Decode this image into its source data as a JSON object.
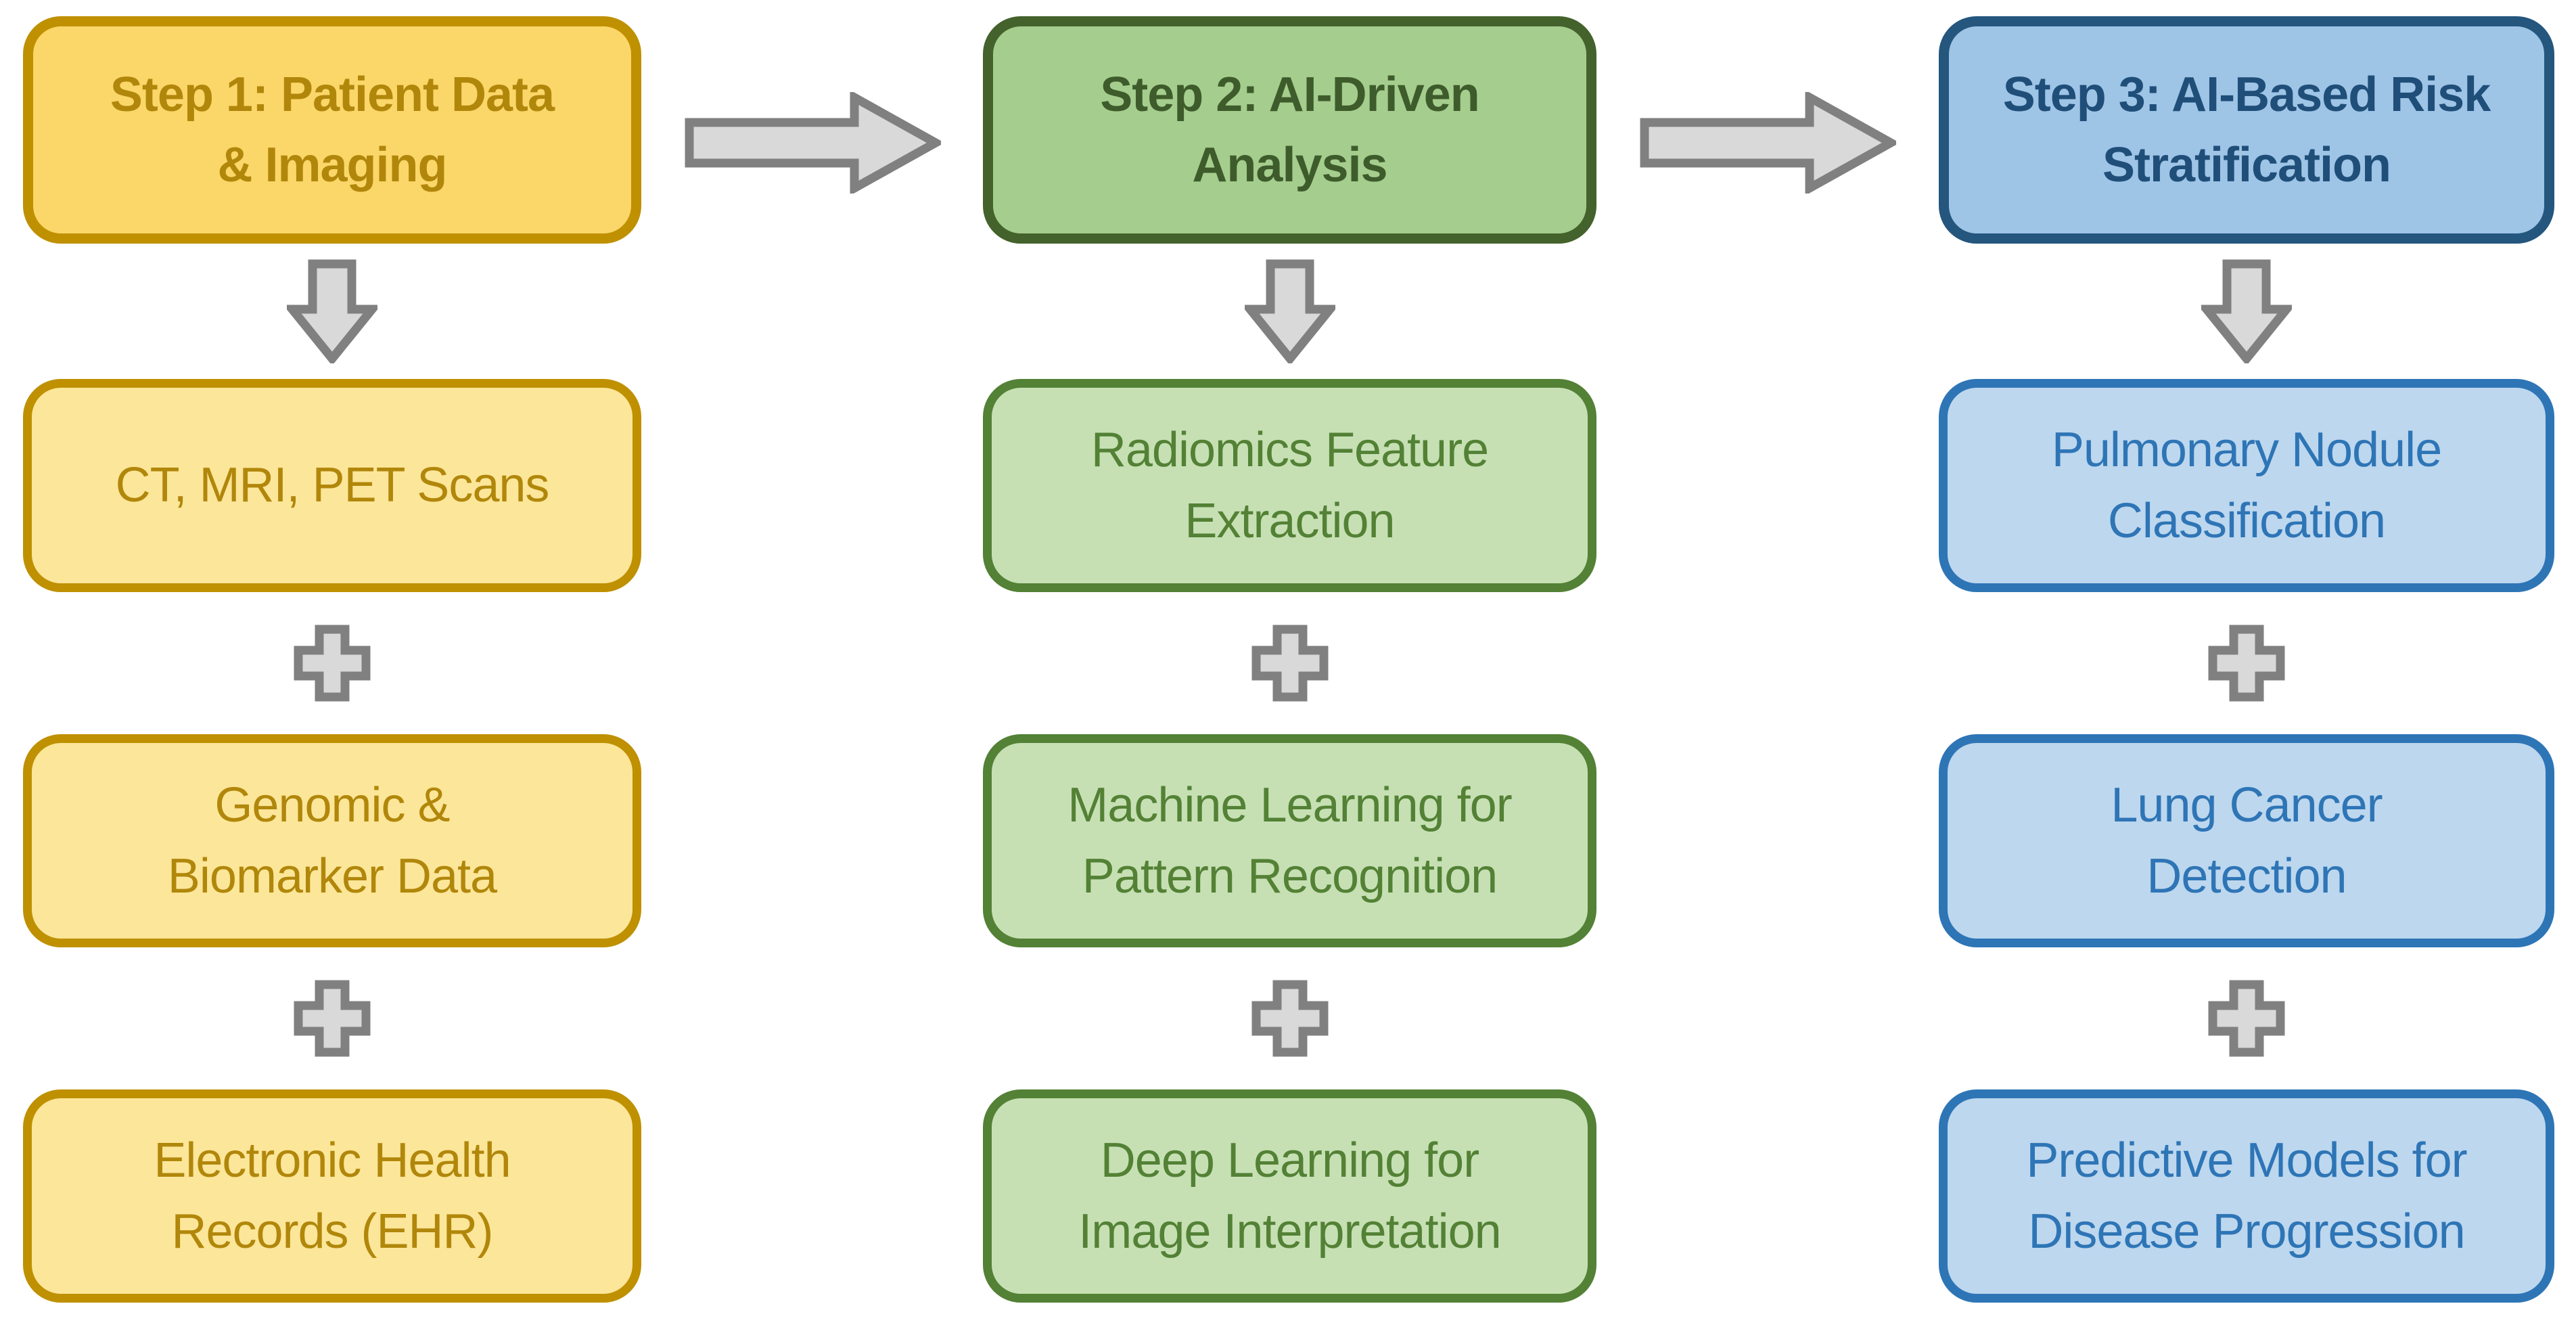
{
  "columns": [
    {
      "id": "step1",
      "header": {
        "label": "Step 1: Patient Data & Imaging",
        "lines": [
          "Step 1: Patient Data",
          "& Imaging"
        ]
      },
      "items": [
        {
          "label": "CT, MRI, PET Scans",
          "lines": [
            "CT, MRI, PET Scans"
          ]
        },
        {
          "label": "Genomic & Biomarker Data",
          "lines": [
            "Genomic &",
            "Biomarker Data"
          ]
        },
        {
          "label": "Electronic Health Records (EHR)",
          "lines": [
            "Electronic Health",
            "Records (EHR)"
          ]
        }
      ]
    },
    {
      "id": "step2",
      "header": {
        "label": "Step 2: AI-Driven Analysis",
        "lines": [
          "Step 2: AI-Driven",
          "Analysis"
        ]
      },
      "items": [
        {
          "label": "Radiomics Feature Extraction",
          "lines": [
            "Radiomics Feature",
            "Extraction"
          ]
        },
        {
          "label": "Machine Learning for Pattern Recognition",
          "lines": [
            "Machine Learning for",
            "Pattern Recognition"
          ]
        },
        {
          "label": "Deep Learning for Image Interpretation",
          "lines": [
            "Deep Learning for",
            "Image Interpretation"
          ]
        }
      ]
    },
    {
      "id": "step3",
      "header": {
        "label": "Step 3: AI-Based Risk Stratification",
        "lines": [
          "Step 3: AI-Based Risk",
          "Stratification"
        ]
      },
      "items": [
        {
          "label": "Pulmonary Nodule Classification",
          "lines": [
            "Pulmonary Nodule",
            "Classification"
          ]
        },
        {
          "label": "Lung Cancer Detection",
          "lines": [
            "Lung Cancer",
            "Detection"
          ]
        },
        {
          "label": "Predictive Models for Disease Progression",
          "lines": [
            "Predictive Models for",
            "Disease Progression"
          ]
        }
      ]
    }
  ],
  "icons": {
    "right_arrow": "block-arrow-right",
    "down_arrow": "block-arrow-down",
    "plus": "plus-cross"
  },
  "theme": {
    "gold-header-bg": "#FBD669",
    "gold-item-bg": "#FCE699",
    "gold-line": "#BF9000",
    "gold-text": "#B1870B",
    "green-header-bg": "#A5CE8E",
    "green-item-bg": "#C6E0B4",
    "green-header-line": "#44622C",
    "green-line": "#538135",
    "green-header-text": "#3E5C2B",
    "green-text": "#538135",
    "blue-header-bg": "#9EC4E6",
    "blue-item-bg": "#BDD7EE",
    "blue-header-line": "#24567E",
    "blue-line": "#2E75B6",
    "blue-header-text": "#1F4E79",
    "blue-text": "#2E75B6",
    "arrow-fill": "#D9D9D9",
    "arrow-stroke": "#808080",
    "page-bg": "#FFFFFF"
  }
}
